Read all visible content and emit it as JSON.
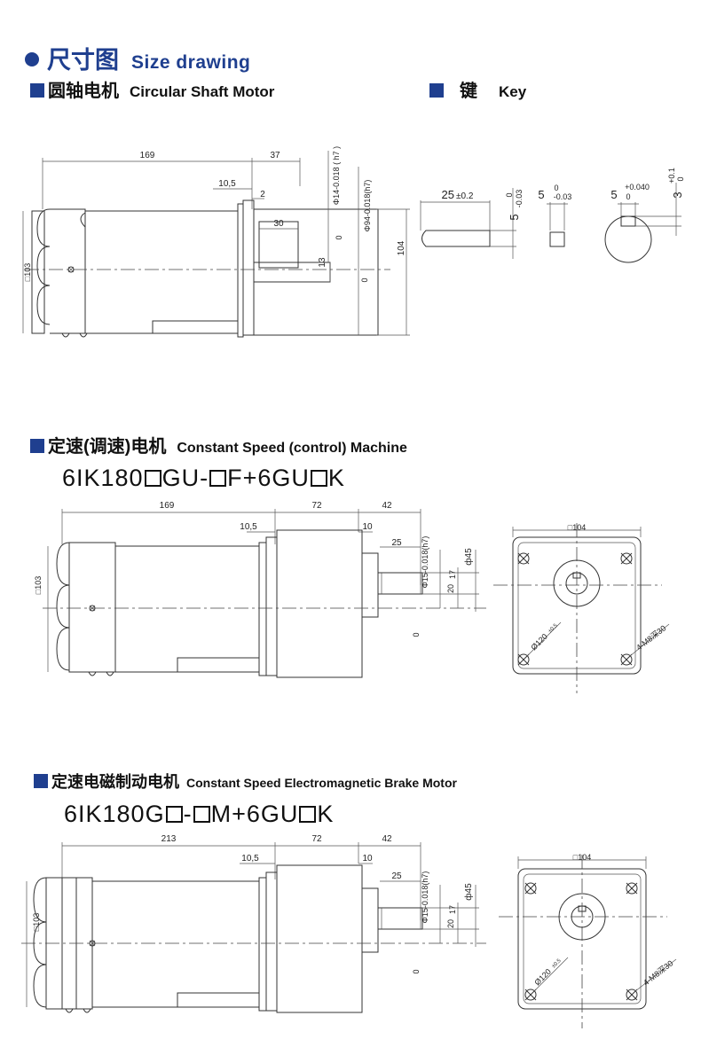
{
  "header": {
    "title_zh": "尺寸图",
    "title_en": "Size drawing",
    "accent": "#1f3f8f"
  },
  "sections": {
    "circular": {
      "title_zh": "圆轴电机",
      "title_en": "Circular Shaft Motor"
    },
    "key": {
      "title_zh": "键",
      "title_en": "Key"
    },
    "constant": {
      "title_zh": "定速(调速)电机",
      "title_en": "Constant Speed (control) Machine",
      "model": {
        "p1": "6IK180",
        "p2": "GU-",
        "p3": "F+6GU",
        "p4": "K"
      }
    },
    "brake": {
      "title_zh": "定速电磁制动电机",
      "title_en": "Constant Speed Electromagnetic Brake Motor",
      "model": {
        "p1": "6IK180G",
        "p2": "-",
        "p3": "M+6GU",
        "p4": "K"
      }
    }
  },
  "dims": {
    "circ": {
      "d169": "169",
      "d37": "37",
      "d105": "10,5",
      "d2": "2",
      "d30": "30",
      "d13": "13",
      "d103": "□103",
      "d104": "104",
      "phi14": "Φ14-0.018 ( h7 )",
      "phi94": "Φ94-0.018(h7)",
      "z1": "0",
      "z2": "0"
    },
    "key": {
      "len": "25",
      "len_tol": "±0.2",
      "w": "5",
      "w_up": "0",
      "w_lo": "-0.03",
      "sq": "5",
      "sq_up": "0",
      "sq_lo": "-0.03",
      "kw": "5",
      "kw_up": "+0.040",
      "kw_lo": "0",
      "kd": "3",
      "kd_up": "+0.1",
      "kd_lo": "0"
    },
    "cs": {
      "d169": "169",
      "d72": "72",
      "d42": "42",
      "d105": "10,5",
      "d10": "10",
      "d25": "25",
      "phi15": "Φ15-0.018(h7)",
      "d17": "17",
      "d20": "20",
      "phi45": "ф45",
      "d103": "□103",
      "z": "0",
      "f104": "□104",
      "pcd": "Ø120",
      "pcd_tol": "±0.5",
      "holes": "4-M8深30"
    },
    "br": {
      "d213": "213",
      "d72": "72",
      "d42": "42",
      "d105": "10,5",
      "d10": "10",
      "d25": "25",
      "phi15": "Φ15-0.018(h7)",
      "d17": "17",
      "d20": "20",
      "phi45": "ф45",
      "d103": "□103",
      "z": "0",
      "f104": "□104",
      "pcd": "Ø120",
      "pcd_tol": "±0.5",
      "holes": "4-M8深30"
    }
  }
}
